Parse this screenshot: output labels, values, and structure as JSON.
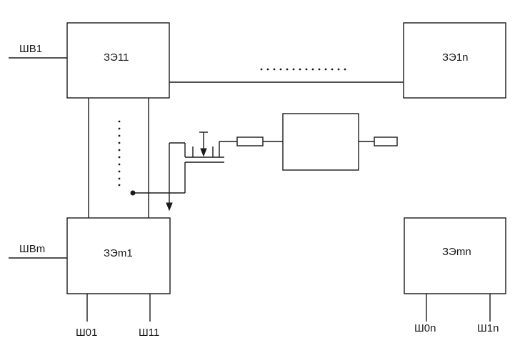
{
  "blocks": {
    "b11": "ЗЭ11",
    "b1n": "ЗЭ1n",
    "bm1": "ЗЭm1",
    "bmn": "ЗЭmn"
  },
  "buses": {
    "row1": "ШВ1",
    "rowm": "ШВm",
    "col01": "Ш01",
    "col11": "Ш11",
    "col0n": "Ш0n",
    "col1n": "Ш1n"
  },
  "line_color": "#1a1a1a"
}
